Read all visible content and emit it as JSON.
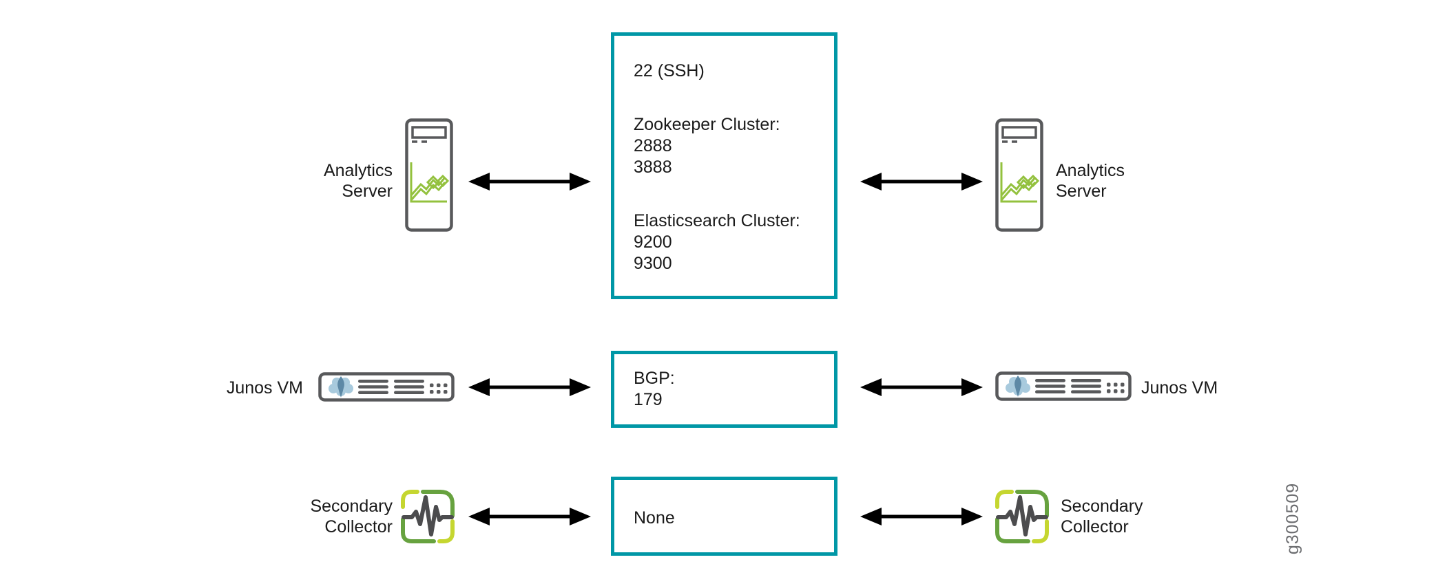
{
  "nodes": {
    "analytics": {
      "label_line1": "Analytics",
      "label_line2": "Server"
    },
    "junos": {
      "label": "Junos VM"
    },
    "collector": {
      "label_line1": "Secondary",
      "label_line2": "Collector"
    }
  },
  "boxes": {
    "analytics_ports": {
      "lines": [
        "22 (SSH)",
        "Zookeeper Cluster:",
        "2888",
        "3888",
        "Elasticsearch Cluster:",
        "9200",
        "9300"
      ]
    },
    "junos_ports": {
      "lines": [
        "BGP:",
        "179"
      ]
    },
    "collector_ports": {
      "lines": [
        "None"
      ]
    }
  },
  "watermark": "g300509",
  "icons": {
    "analytics": "analytics-server-tower-icon",
    "junos": "junos-vm-appliance-icon",
    "collector": "secondary-collector-pulse-icon"
  },
  "colors": {
    "port_box_teal": "#0097a6",
    "icon_gray": "#58595b",
    "chart_green": "#93c13e",
    "collector_green": "#67a23f",
    "collector_yellow_green": "#c5d630",
    "junos_blue_light": "#a8cadd",
    "junos_blue_dark": "#5d89a6",
    "waveform_gray": "#4c4c4e",
    "arrow_black": "#000000",
    "text_dark": "#1a1a1a",
    "watermark_gray": "#6d6e71"
  }
}
